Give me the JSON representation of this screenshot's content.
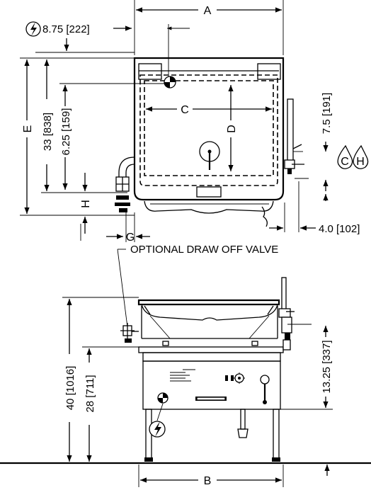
{
  "labels": {
    "A": "A",
    "B": "B",
    "C": "C",
    "D": "D",
    "E": "E",
    "G": "G",
    "H": "H"
  },
  "dimensions": {
    "electric_offset": "8.75 [222]",
    "height_33": "33 [838]",
    "height_6_25": "6.25 [159]",
    "faucet_7_5": "7.5 [191]",
    "side_4_0": "4.0 [102]",
    "height_40": "40 [1016]",
    "height_28": "28 [711]",
    "height_13_25": "13.25 [337]"
  },
  "callouts": {
    "draw_off_valve": "OPTIONAL DRAW OFF VALVE"
  },
  "water_symbols": {
    "cold": "C",
    "hot": "H"
  },
  "icons": [
    "electric-bolt-icon",
    "water-drop-cold-icon",
    "water-drop-hot-icon"
  ]
}
